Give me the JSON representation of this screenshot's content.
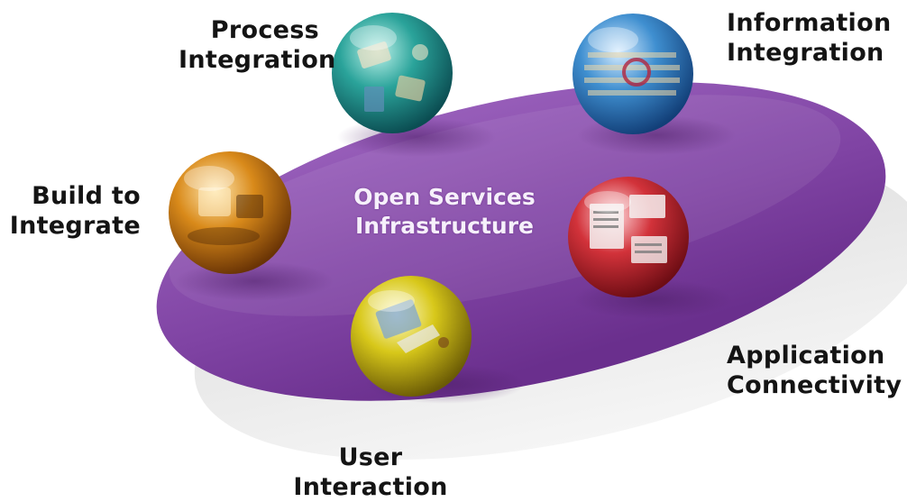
{
  "diagram": {
    "center": {
      "line1": "Open Services",
      "line2": "Infrastructure",
      "color": "#7f43a3"
    },
    "nodes": [
      {
        "id": "process",
        "line1": "Process",
        "line2": "Integration",
        "color": "#2aa39a",
        "icon": "process-photo-sphere"
      },
      {
        "id": "information",
        "line1": "Information",
        "line2": "Integration",
        "color": "#3f8fd0",
        "icon": "information-photo-sphere"
      },
      {
        "id": "build",
        "line1": "Build to",
        "line2": "Integrate",
        "color": "#d98a1a",
        "icon": "build-photo-sphere"
      },
      {
        "id": "application",
        "line1": "Application",
        "line2": "Connectivity",
        "color": "#d2323a",
        "icon": "application-photo-sphere"
      },
      {
        "id": "user",
        "line1": "User",
        "line2": "Interaction",
        "color": "#d8c81a",
        "icon": "user-photo-sphere"
      }
    ]
  }
}
